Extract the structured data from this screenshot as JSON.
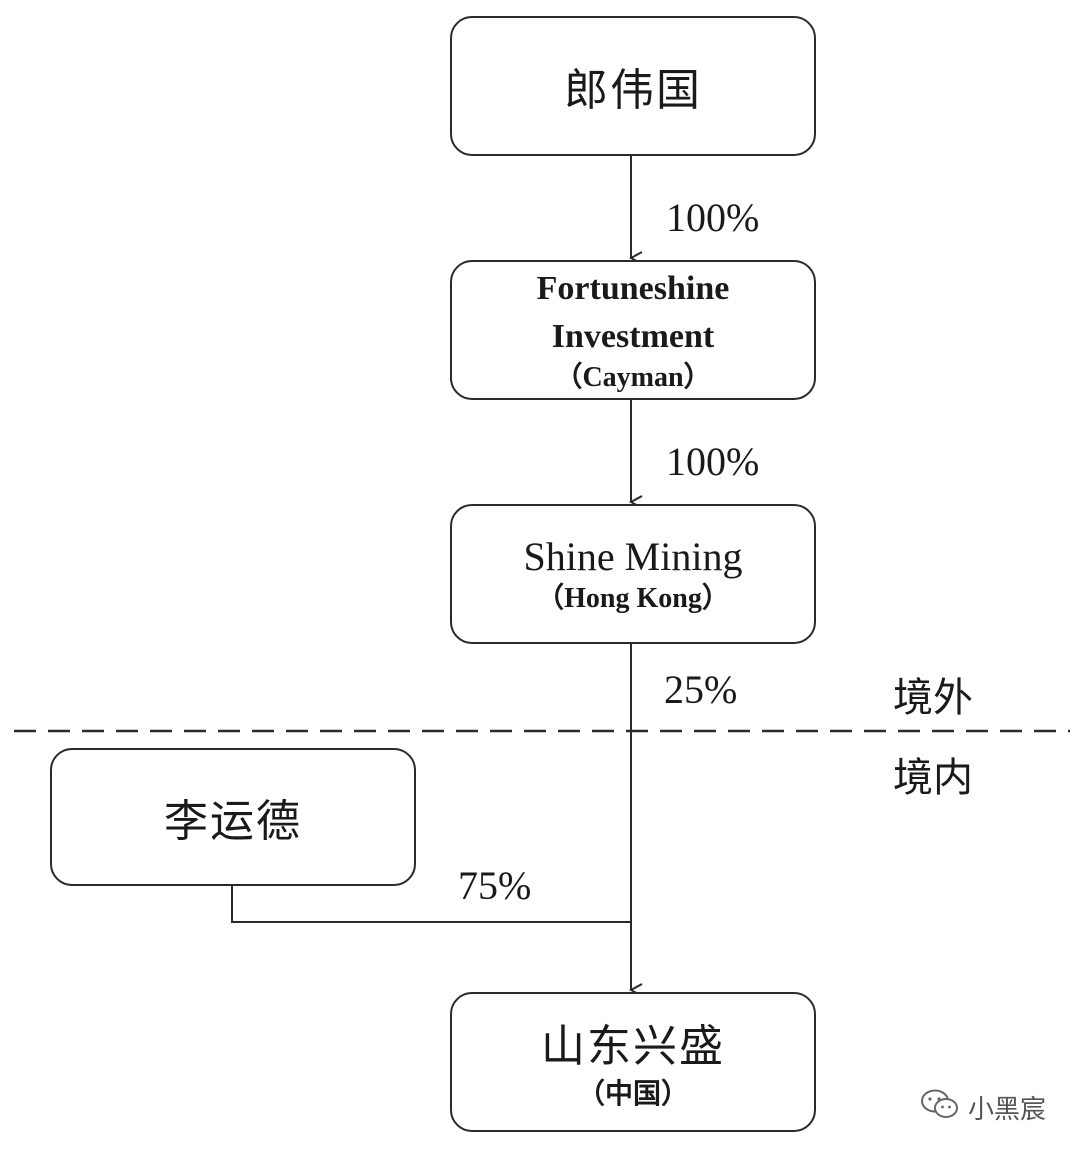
{
  "nodes": {
    "lang_weiguo": {
      "label": "郎伟国"
    },
    "fortuneshine": {
      "line1": "Fortuneshine",
      "line2": "Investment",
      "line3": "（Cayman）"
    },
    "shine_mining": {
      "line1": "Shine Mining",
      "line2": "（Hong Kong）"
    },
    "li_yunde": {
      "label": "李运德"
    },
    "shandong_xingsheng": {
      "line1": "山东兴盛",
      "line2": "（中国）"
    }
  },
  "edges": {
    "lang_to_fortuneshine": "100%",
    "fortuneshine_to_shine": "100%",
    "shine_to_shandong": "25%",
    "li_to_shandong": "75%"
  },
  "regions": {
    "offshore": "境外",
    "onshore": "境内"
  },
  "watermark": {
    "icon": "wechat-icon",
    "text": "小黑宸"
  }
}
